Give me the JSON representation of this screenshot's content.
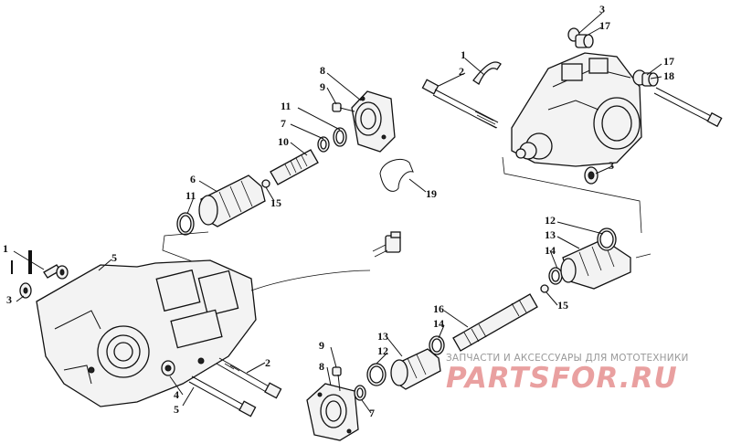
{
  "callouts": {
    "c1": "1",
    "c2": "2",
    "c3": "3",
    "c4": "4",
    "c5": "5",
    "c6": "6",
    "c7": "7",
    "c8": "8",
    "c9": "9",
    "c10": "10",
    "c11": "11",
    "c12": "12",
    "c13": "13",
    "c14": "14",
    "c15": "15",
    "c16": "16",
    "c17": "17",
    "c18": "18",
    "c19": "19"
  },
  "watermark": {
    "caption": "ЗАПЧАСТИ И АКСЕССУАРЫ ДЛЯ МОТОТЕХНИКИ",
    "logo": "PARTSFOR.RU",
    "color": "#e9a0a0"
  }
}
